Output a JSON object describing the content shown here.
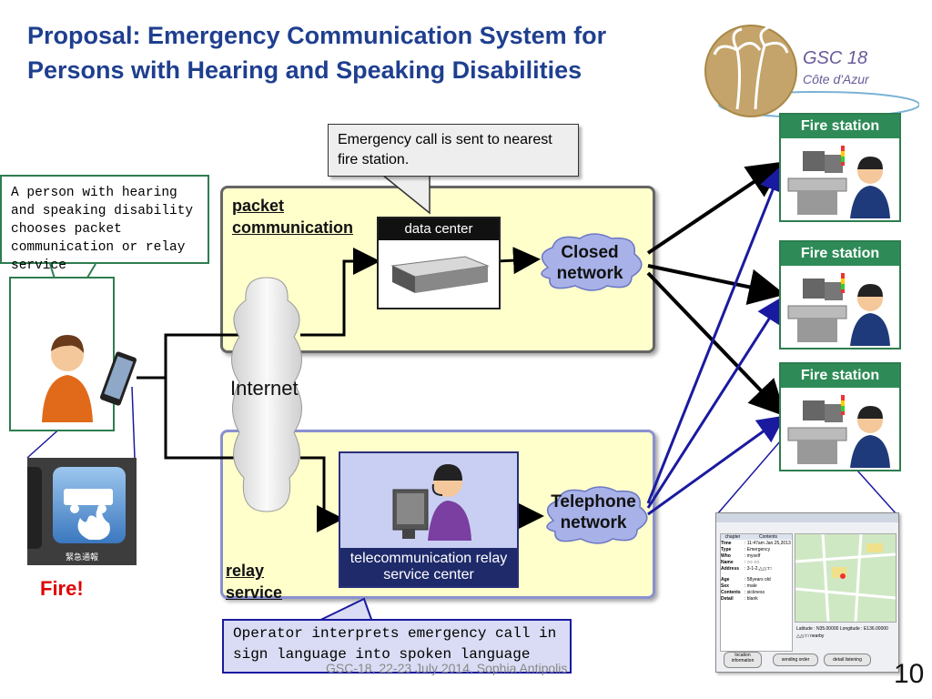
{
  "slide": {
    "title": "Proposal: Emergency Communication System for Persons with Hearing and Speaking Disabilities",
    "footer": "GSC-18, 22-23 July 2014, Sophia Antipolis",
    "page_number": "10"
  },
  "logo": {
    "line1": "GSC 18",
    "line2": "Côte d'Azur"
  },
  "callouts": {
    "person": "A person with hearing and speaking disability chooses packet communication or relay service",
    "emergency": "Emergency call is sent to nearest fire station.",
    "operator": "Operator  interprets emergency call in sign language into spoken language"
  },
  "phone_app": {
    "label": "緊急通報",
    "fire_text": "Fire!"
  },
  "panels": {
    "packet": "packet communication",
    "relay": "relay service"
  },
  "nodes": {
    "internet": "Internet",
    "data_center": "data center",
    "closed_network": "Closed network",
    "telephone_network": "Telephone network",
    "relay_center": "telecommunication relay service center"
  },
  "fire_stations": [
    {
      "label": "Fire station"
    },
    {
      "label": "Fire station"
    },
    {
      "label": "Fire station"
    }
  ],
  "screenshot": {
    "headers": [
      "chapter",
      "Contents"
    ],
    "rows": [
      [
        "Time",
        ": 11:47am Jan.25,2013"
      ],
      [
        "Type",
        ": Emergency"
      ],
      [
        "Who",
        ": myself"
      ],
      [
        "Name",
        ": ○○ ○○"
      ],
      [
        "Address",
        ": 3-1-2,△△□□"
      ],
      [
        "Age",
        ": 58years old"
      ],
      [
        "Sex",
        ": male"
      ],
      [
        "Contents",
        ": sickness"
      ],
      [
        "Detail",
        ": blank"
      ]
    ],
    "coords": "Latitude : N35.00000  Longitude : E136.00000",
    "nearby": "△△□□  nearby",
    "buttons": [
      "location information",
      "sending order",
      "detail listening"
    ]
  },
  "colors": {
    "title": "#1f3f8f",
    "green": "#2e8b57",
    "arrow_blue": "#1a1aa0",
    "fire_red": "#e00000"
  }
}
